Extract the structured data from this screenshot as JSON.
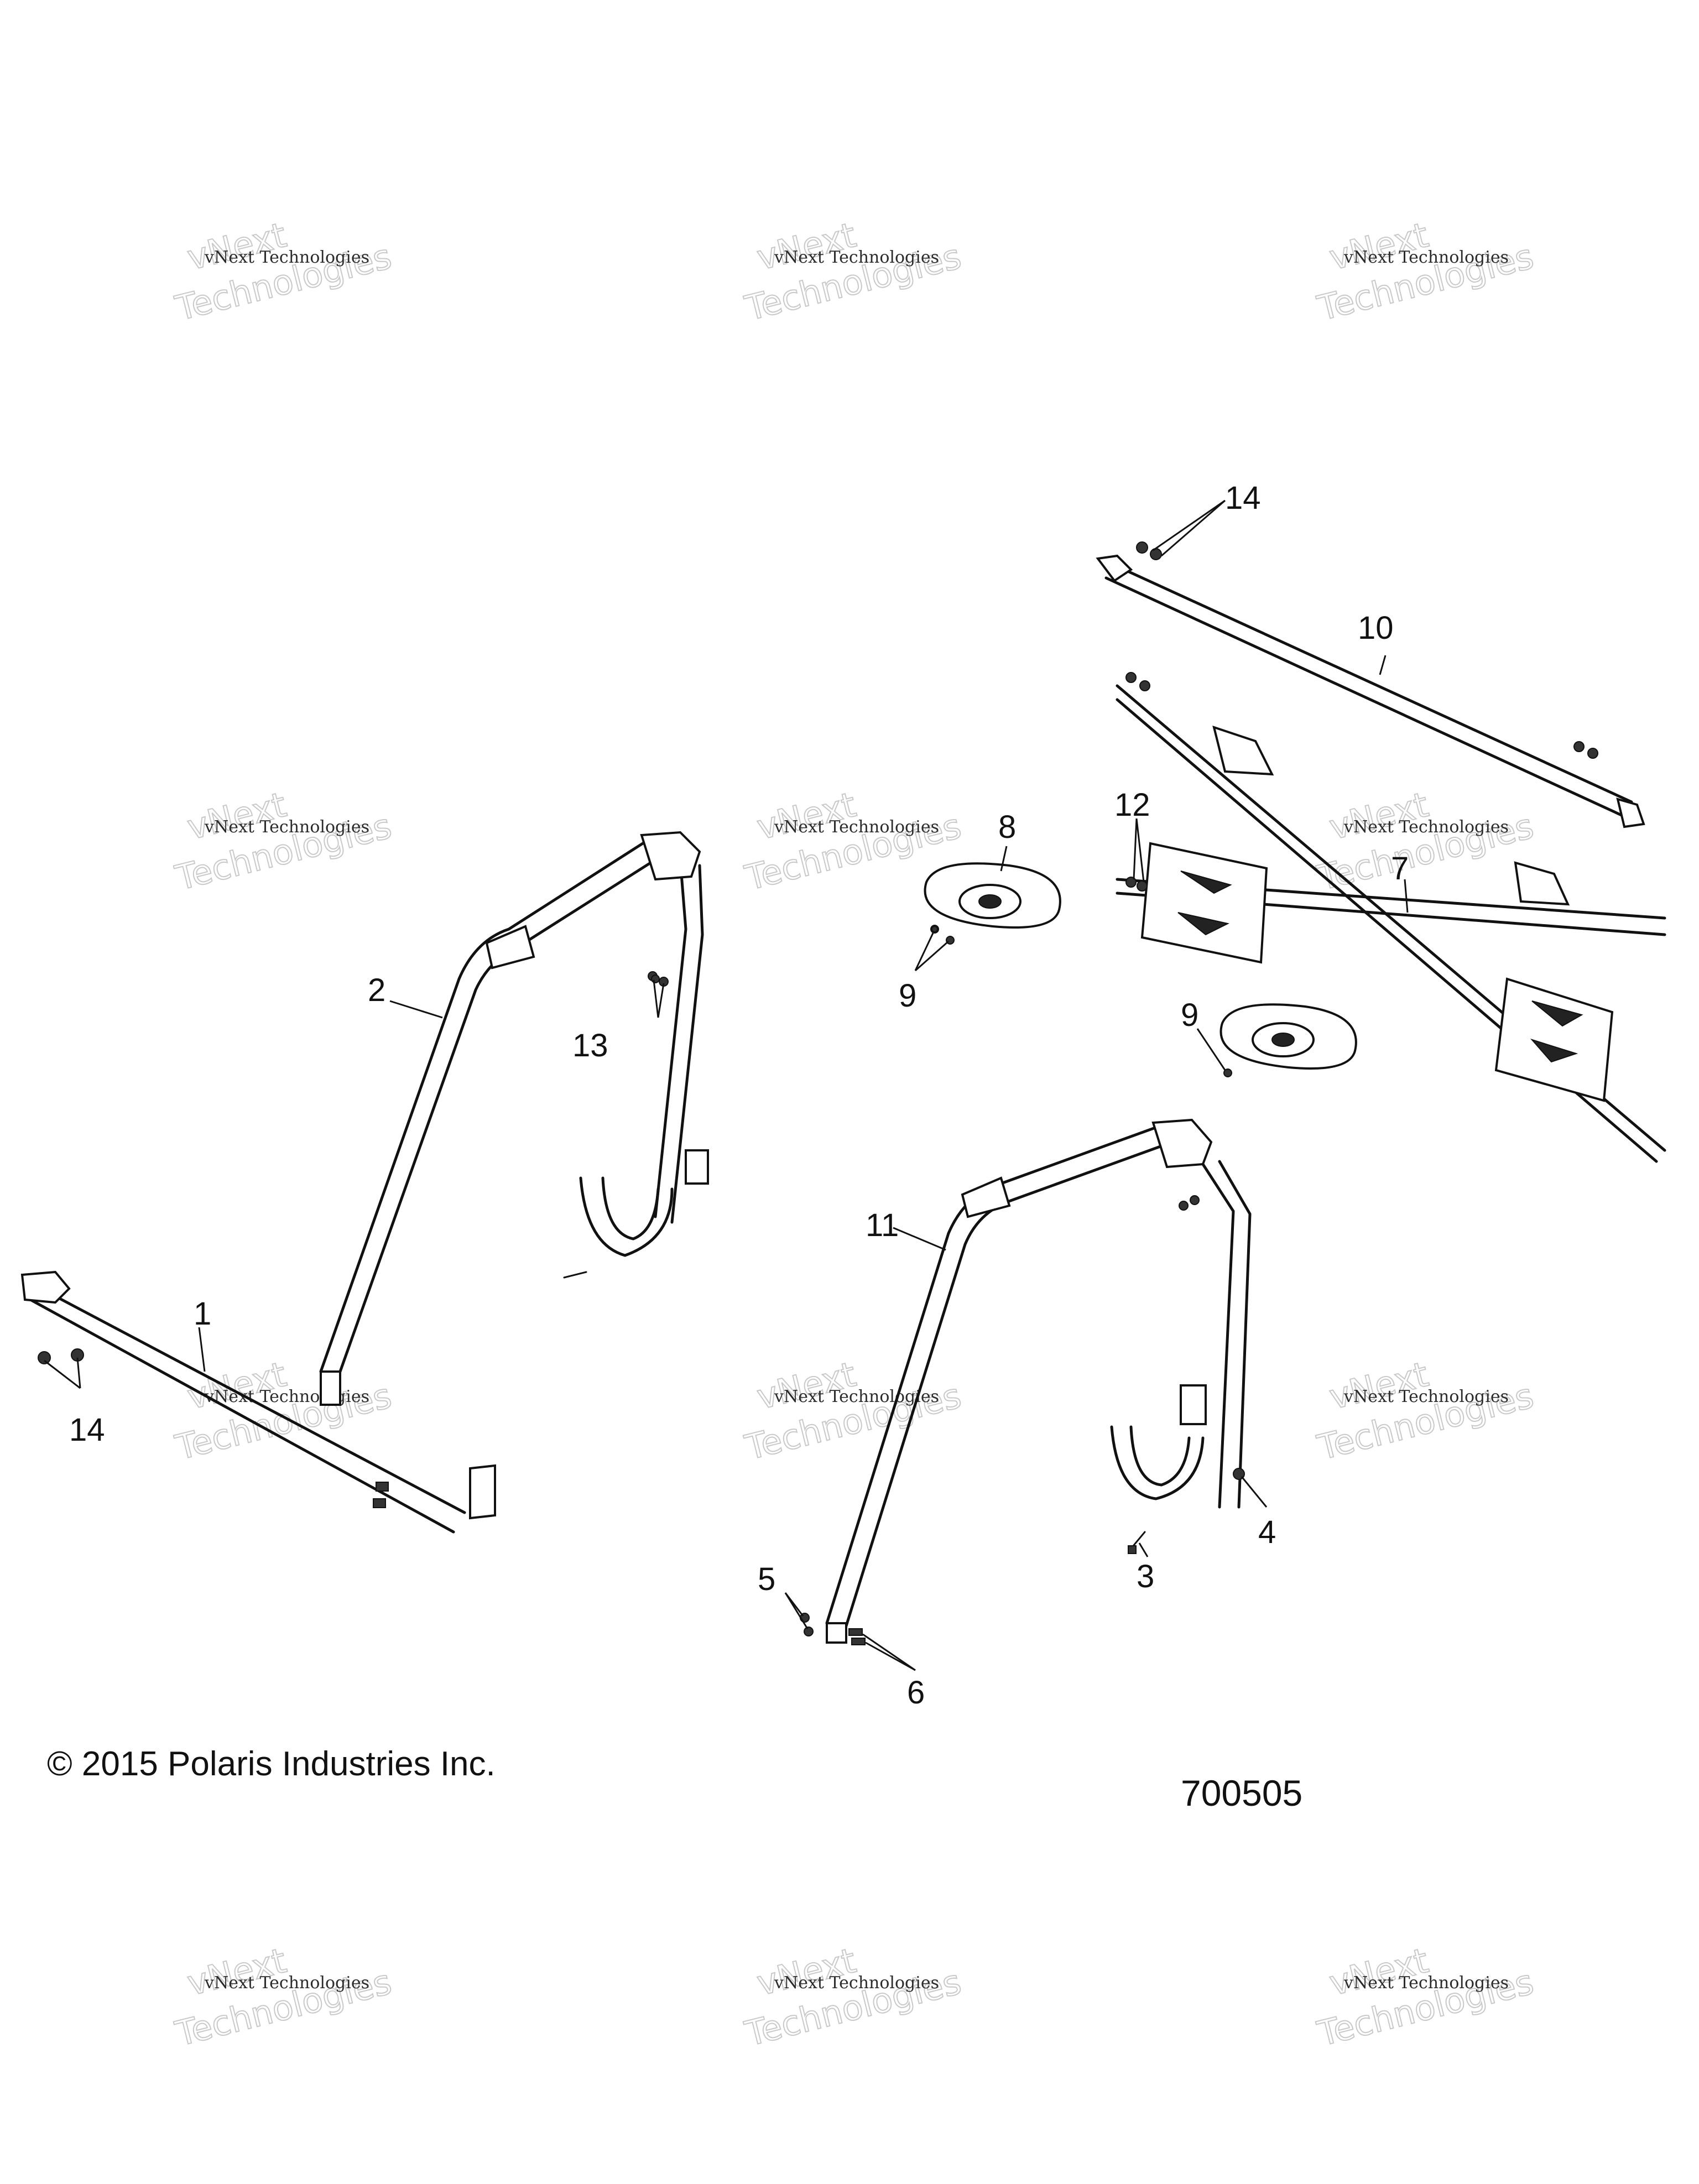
{
  "copyright": "© 2015 Polaris Industries Inc.",
  "diagram_number": "700505",
  "watermark": {
    "line1": "vNext Technologies",
    "line2": "vNext",
    "line3": "Technologies"
  },
  "callouts": {
    "c1": "1",
    "c2": "2",
    "c3": "3",
    "c4": "4",
    "c5": "5",
    "c6": "6",
    "c7": "7",
    "c8": "8",
    "c9a": "9",
    "c9b": "9",
    "c10": "10",
    "c11": "11",
    "c12": "12",
    "c13": "13",
    "c14a": "14",
    "c14b": "14"
  },
  "colors": {
    "line": "#111111",
    "watermark_ghost": "#c9c9c9",
    "background": "#ffffff"
  }
}
